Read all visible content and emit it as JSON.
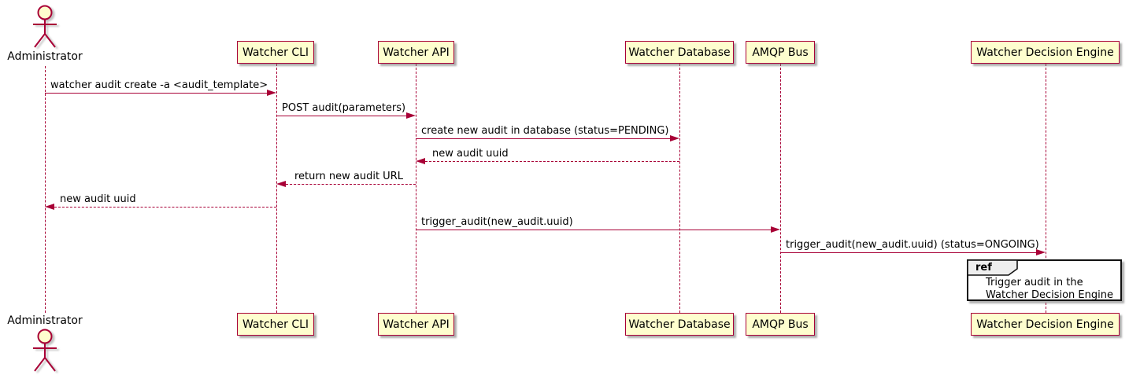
{
  "diagram": {
    "type": "sequence-diagram",
    "actor": {
      "top_label": "Administrator",
      "bottom_label": "Administrator"
    },
    "participants": [
      {
        "label": "Watcher CLI"
      },
      {
        "label": "Watcher API"
      },
      {
        "label": "Watcher Database"
      },
      {
        "label": "AMQP Bus"
      },
      {
        "label": "Watcher Decision Engine"
      }
    ],
    "messages": [
      {
        "from": "Administrator",
        "to": "Watcher CLI",
        "label": "watcher audit create -a <audit_template>",
        "line": "solid",
        "direction": "right"
      },
      {
        "from": "Watcher CLI",
        "to": "Watcher API",
        "label": "POST audit(parameters)",
        "line": "solid",
        "direction": "right"
      },
      {
        "from": "Watcher API",
        "to": "Watcher Database",
        "label": "create new audit in database (status=PENDING)",
        "line": "solid",
        "direction": "right"
      },
      {
        "from": "Watcher Database",
        "to": "Watcher API",
        "label": "new audit uuid",
        "line": "dashed",
        "direction": "left"
      },
      {
        "from": "Watcher API",
        "to": "Watcher CLI",
        "label": "return new audit URL",
        "line": "dashed",
        "direction": "left"
      },
      {
        "from": "Watcher CLI",
        "to": "Administrator",
        "label": "new audit uuid",
        "line": "dashed",
        "direction": "left"
      },
      {
        "from": "Watcher API",
        "to": "AMQP Bus",
        "label": "trigger_audit(new_audit.uuid)",
        "line": "solid",
        "direction": "right"
      },
      {
        "from": "AMQP Bus",
        "to": "Watcher Decision Engine",
        "label": "trigger_audit(new_audit.uuid) (status=ONGOING)",
        "line": "solid",
        "direction": "right"
      }
    ],
    "ref": {
      "keyword": "ref",
      "over": "Watcher Decision Engine",
      "line1": "Trigger audit in the",
      "line2": "Watcher Decision Engine"
    },
    "colors": {
      "participant_fill": "#FEFECE",
      "stroke": "#A80036",
      "text": "#000000",
      "ref_header_fill": "#EEEEEE",
      "ref_border": "#121212",
      "background": "#FFFFFF"
    }
  }
}
